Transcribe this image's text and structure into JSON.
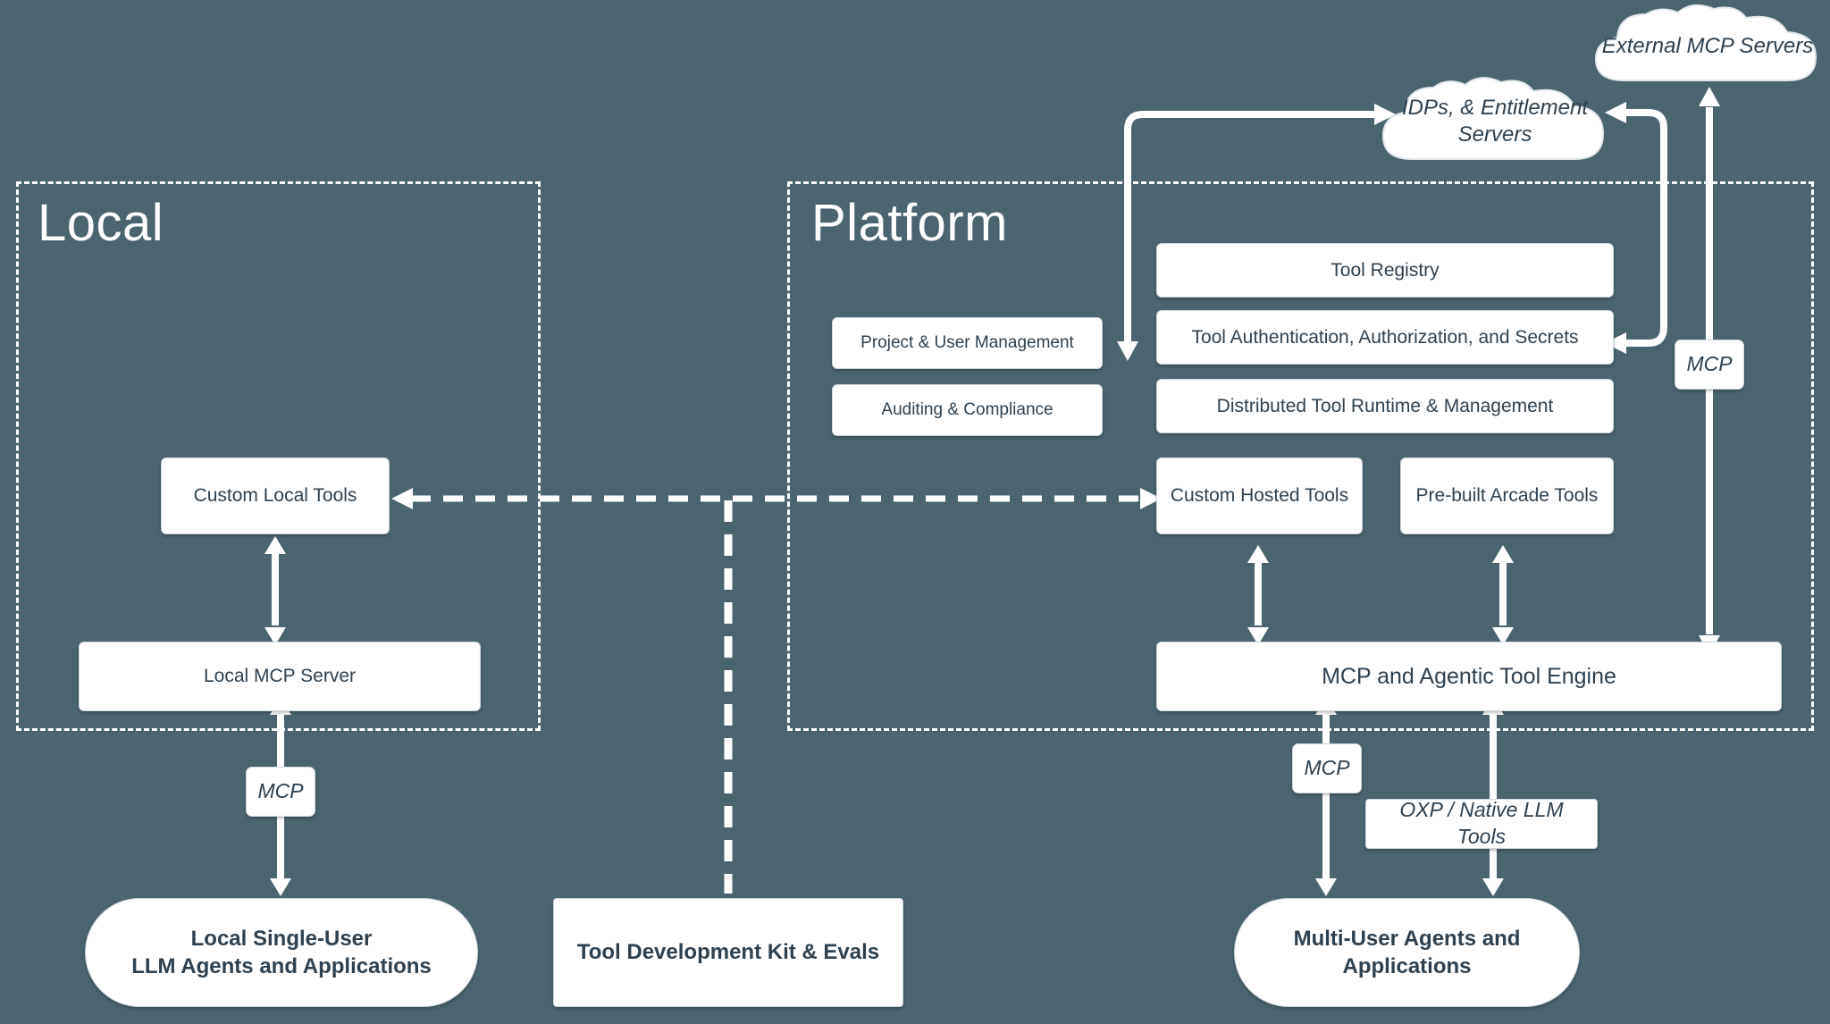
{
  "diagram": {
    "title": "Arcade Local vs Platform tool architecture",
    "background_color": "#4a6470",
    "node_fill": "#ffffff",
    "node_text_color": "#2e4150",
    "line_color": "#ffffff"
  },
  "zones": [
    {
      "id": "local",
      "label": "Local"
    },
    {
      "id": "platform",
      "label": "Platform"
    }
  ],
  "clouds": [
    {
      "id": "external-mcp-servers",
      "label": "External MCP Servers"
    },
    {
      "id": "idps-entitlement-servers",
      "label": "IDPs, & Entitlement Servers"
    }
  ],
  "local": {
    "nodes": [
      {
        "id": "custom-local-tools",
        "label": "Custom Local Tools"
      },
      {
        "id": "local-mcp-server",
        "label": "Local MCP Server"
      }
    ],
    "agents_box": {
      "line1": "Local Single-User",
      "line2": "LLM Agents and Applications"
    },
    "protocol_chip": "MCP"
  },
  "platform": {
    "governance": [
      {
        "id": "project-user-management",
        "label": "Project & User Management"
      },
      {
        "id": "auditing-compliance",
        "label": "Auditing & Compliance"
      }
    ],
    "registry_stack": [
      {
        "id": "tool-registry",
        "label": "Tool Registry"
      },
      {
        "id": "tool-auth",
        "label": "Tool Authentication, Authorization, and Secrets"
      },
      {
        "id": "distributed-runtime",
        "label": "Distributed Tool Runtime & Management"
      }
    ],
    "tools": [
      {
        "id": "custom-hosted-tools",
        "label": "Custom Hosted Tools"
      },
      {
        "id": "prebuilt-arcade-tools",
        "label": "Pre-built Arcade Tools"
      }
    ],
    "engine": {
      "id": "mcp-agentic-tool-engine",
      "label": "MCP and Agentic Tool Engine"
    },
    "protocol_chip_bottom": "MCP",
    "protocol_chip_right": "MCP",
    "native_tools_chip": "OXP / Native LLM Tools",
    "agents_box": {
      "line1": "Multi-User Agents and",
      "line2": "Applications"
    }
  },
  "shared": {
    "tdk_box": "Tool Development Kit & Evals"
  }
}
